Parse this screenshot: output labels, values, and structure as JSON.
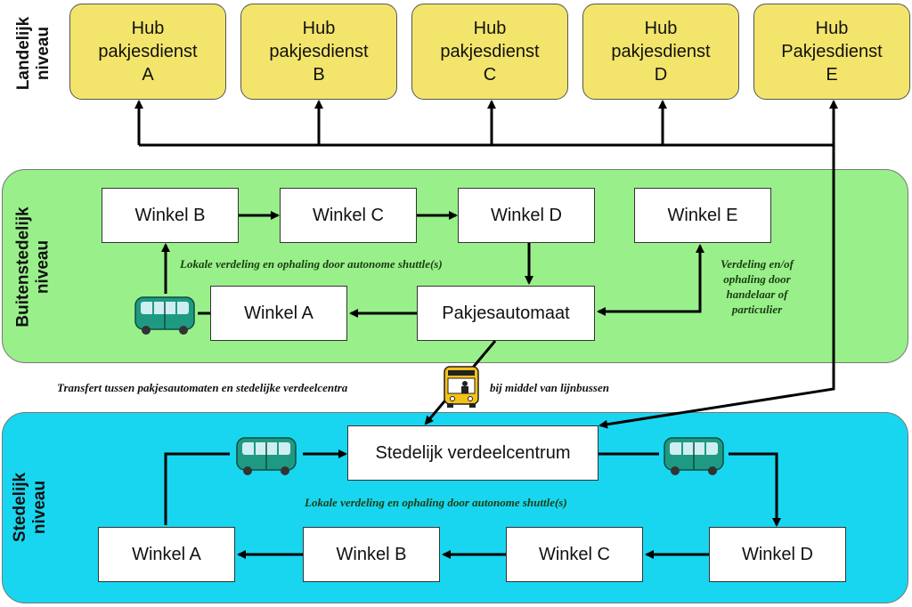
{
  "levels": {
    "national": "Landelijk\nniveau",
    "suburban": "Buitenstedelijk\nniveau",
    "urban": "Stedelijk niveau"
  },
  "hubs": [
    {
      "label": "Hub\npakjesdienst\nA"
    },
    {
      "label": "Hub\npakjesdienst\nB"
    },
    {
      "label": "Hub\npakjesdienst\nC"
    },
    {
      "label": "Hub\npakjesdienst\nD"
    },
    {
      "label": "Hub\nPakjesdienst\nE"
    }
  ],
  "suburban": {
    "winkel_b": "Winkel B",
    "winkel_c": "Winkel C",
    "winkel_d": "Winkel D",
    "winkel_e": "Winkel E",
    "winkel_a": "Winkel A",
    "pakjesautomaat": "Pakjesautomaat",
    "note_shuttle": "Lokale verdeling en ophaling door autonome shuttle(s)",
    "note_handelaar": "Verdeling en/of\nophaling door\nhandelaar of\nparticulier"
  },
  "transfer": {
    "left": "Transfert tussen pakjesautomaten en stedelijke verdeelcentra",
    "right": "bij middel van lijnbussen"
  },
  "urban": {
    "centrum": "Stedelijk verdeelcentrum",
    "note_shuttle": "Lokale verdeling en ophaling door autonome shuttle(s)",
    "winkel_a": "Winkel A",
    "winkel_b": "Winkel B",
    "winkel_c": "Winkel C",
    "winkel_d": "Winkel D"
  },
  "colors": {
    "hub": "#f3e56b",
    "suburban_band": "#99f08a",
    "urban_band": "#19d6f0",
    "shuttle": "#1f9a82",
    "bus": "#f5c21a"
  },
  "icons": [
    "shuttle-icon",
    "bus-icon"
  ]
}
